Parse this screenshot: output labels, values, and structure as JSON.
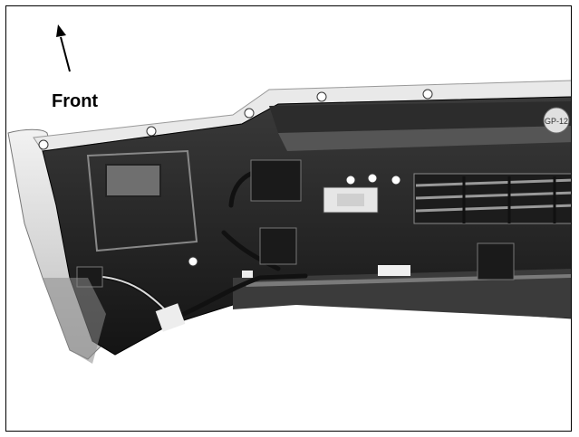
{
  "direction_label": "Front",
  "colors": {
    "border": "#000000",
    "background": "#ffffff",
    "arrow": "#000000"
  },
  "illustration": {
    "icon": "front-bumper-photo",
    "stamp_text": "GP-12"
  }
}
